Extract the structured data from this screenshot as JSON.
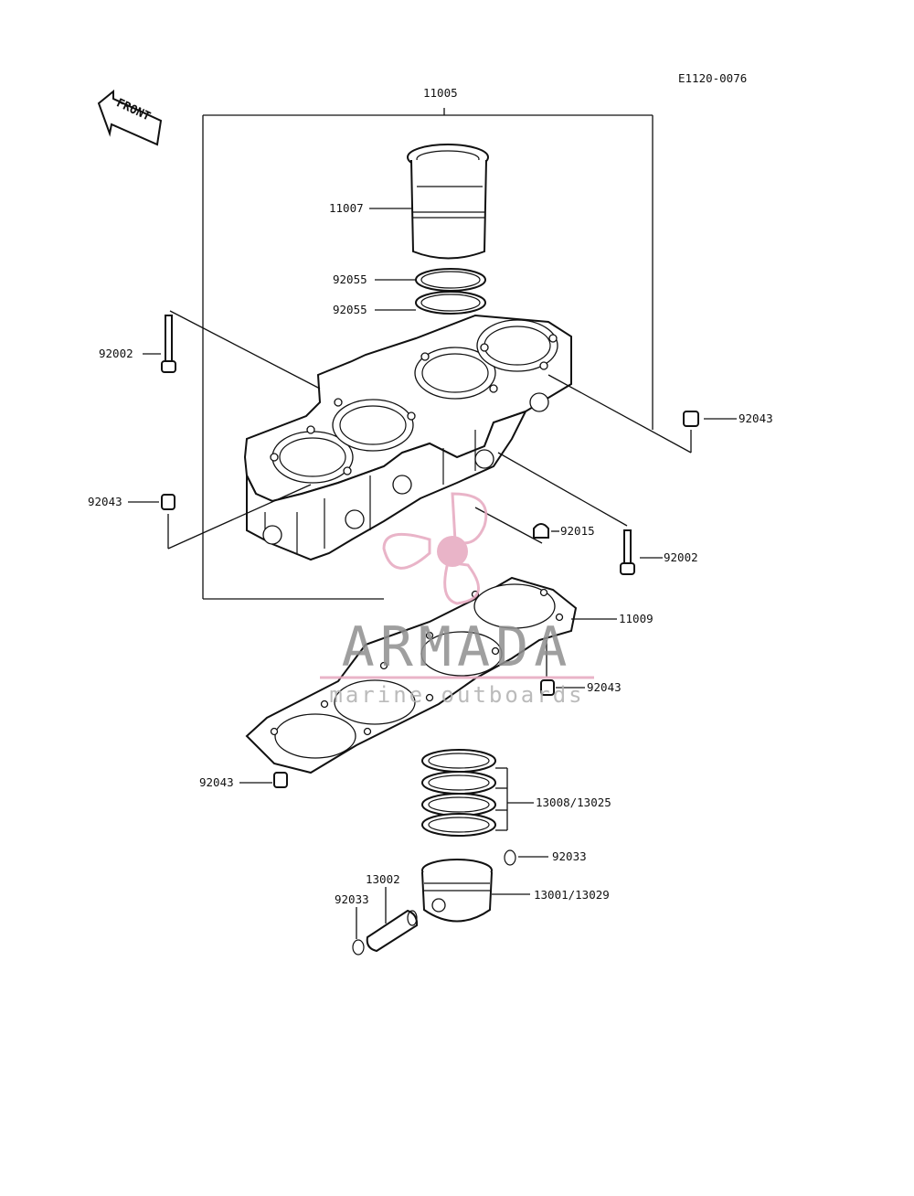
{
  "diagram_code": "E1120-0076",
  "front_label": "FRONT",
  "watermark": {
    "brand": "ARMADA",
    "tagline": "marine outboards",
    "color": "#e6a8bf"
  },
  "callouts": {
    "assembly": "11005",
    "liner": "11007",
    "oring_upper": "92055",
    "oring_lower": "92055",
    "bolt_left": "92002",
    "dowel_right": "92043",
    "dowel_left": "92043",
    "cap": "92015",
    "bolt_right": "92002",
    "gasket": "11009",
    "dowel_gasket_right": "92043",
    "dowel_gasket_left": "92043",
    "rings": "13008/13025",
    "circlip_right": "92033",
    "pin": "13002",
    "circlip_left": "92033",
    "piston": "13001/13029"
  }
}
